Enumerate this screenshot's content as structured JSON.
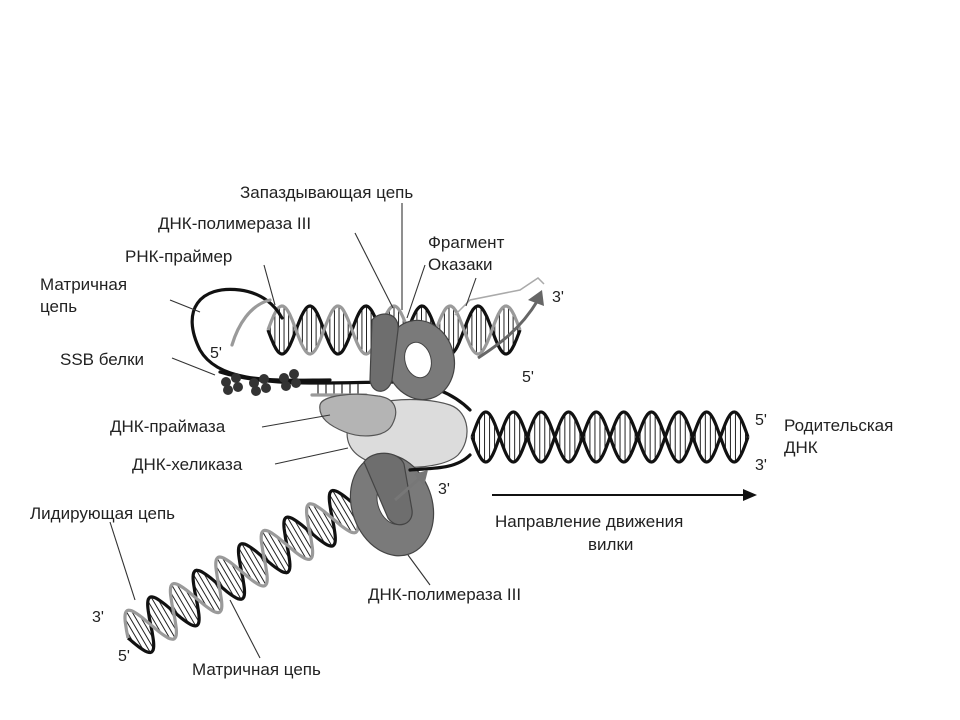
{
  "labels": {
    "lagging_strand": "Запаздывающая цепь",
    "dna_polymerase_top": "ДНК-полимераза III",
    "okazaki_line1": "Фрагмент",
    "okazaki_line2": "Оказаки",
    "rna_primer": "РНК-праймер",
    "template_top_line1": "Матричная",
    "template_top_line2": "цепь",
    "ssb_proteins": "SSB белки",
    "dna_primase": "ДНК-праймаза",
    "dna_helicase": "ДНК-хеликаза",
    "leading_strand": "Лидирующая цепь",
    "dna_polymerase_bottom": "ДНК-полимераза III",
    "template_bottom": "Матричная цепь",
    "parental_line1": "Родительская",
    "parental_line2": "ДНК",
    "direction_line1": "Направление движения",
    "direction_line2": "вилки"
  },
  "strand_ends": {
    "lagging_primer_5": "5'",
    "okazaki_3": "3'",
    "lagging_5": "5'",
    "parental_5": "5'",
    "parental_3": "3'",
    "leading_3_inner": "3'",
    "leading_3": "3'",
    "leading_5": "5'"
  },
  "colors": {
    "dark_strand": "#111111",
    "new_strand": "#9a9a9a",
    "polymerase": "#7a7a7a",
    "primase": "#b4b4b4",
    "helicase": "#dcdcdc",
    "ssb": "#333333"
  }
}
